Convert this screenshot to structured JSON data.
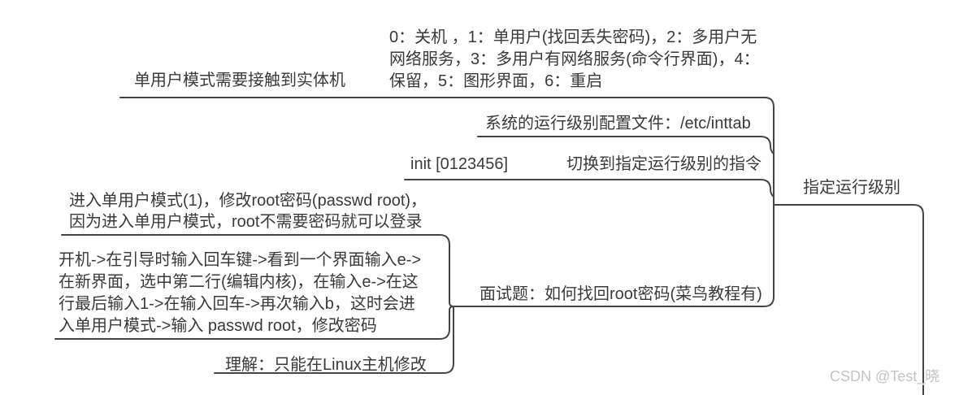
{
  "root": {
    "label": "指定运行级别"
  },
  "nodes": {
    "runlevels": {
      "lines": [
        "0：关机 ，1：单用户(找回丢失密码)，2：多用户无",
        "网络服务，3：多用户有网络服务(命令行界面)，4：",
        "保留，5：图形界面，6：重启"
      ]
    },
    "single_user_note": {
      "label": "单用户模式需要接触到实体机"
    },
    "config_file": {
      "label": "系统的运行级别配置文件：/etc/inttab"
    },
    "init_cmd": {
      "command": "init [0123456]",
      "desc": "切换到指定运行级别的指令"
    },
    "passwd": {
      "lines": [
        "进入单用户模式(1)，修改root密码(passwd root)，",
        "因为进入单用户模式，root不需要密码就可以登录"
      ]
    },
    "boot_steps": {
      "lines": [
        "开机->在引导时输入回车键->看到一个界面输入e->",
        "在新界面，选中第二行(编辑内核)，在输入e->在这",
        "行最后输入1->在输入回车->再次输入b，这时会进",
        "入单用户模式->输入 passwd root，修改密码"
      ]
    },
    "interview": {
      "label": "面试题：如何找回root密码(菜鸟教程有)"
    },
    "understand": {
      "label": "理解：只能在Linux主机修改"
    }
  },
  "watermark": {
    "label": "CSDN @Test_晓"
  },
  "colors": {
    "line": "#454545",
    "text": "#3a3a3a",
    "watermark": "#c3c3c3",
    "background": "#ffffff"
  }
}
